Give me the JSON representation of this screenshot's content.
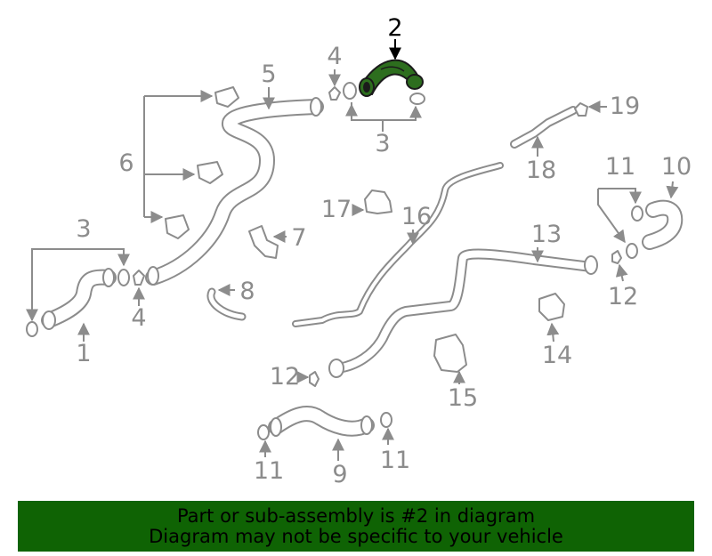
{
  "diagram": {
    "highlight_color": "#2d6e1e",
    "line_color": "#8c8c8c",
    "callouts": {
      "c1": "1",
      "c2": "2",
      "c3a": "3",
      "c3b": "3",
      "c4a": "4",
      "c4b": "4",
      "c5": "5",
      "c6": "6",
      "c7": "7",
      "c8": "8",
      "c9": "9",
      "c10": "10",
      "c11a": "11",
      "c11b": "11",
      "c11c": "11",
      "c12a": "12",
      "c12b": "12",
      "c13": "13",
      "c14": "14",
      "c15": "15",
      "c16": "16",
      "c17": "17",
      "c18": "18",
      "c19": "19"
    }
  },
  "banner": {
    "line1": "Part or sub-assembly is #2 in diagram",
    "line2": "Diagram may not be specific to your vehicle",
    "background": "#0f6304"
  }
}
